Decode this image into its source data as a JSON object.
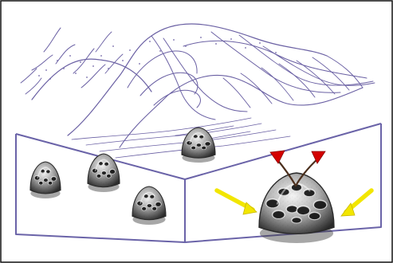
{
  "diagram": {
    "colors": {
      "background": "#ffffff",
      "wave": "#5a4f9a",
      "block_outline": "#6a63a8",
      "reef_dark": "#222222",
      "reef_mid": "#8a8a8a",
      "reef_light": "#d9d9d9",
      "arrow_in": "#f2e600",
      "arrow_out": "#e00000",
      "border": "#111111"
    },
    "elements": {
      "wave": "breaking-wave-illustration",
      "block": "seabed-cross-section-block",
      "reef_units": [
        "reef-ball-back-left",
        "reef-ball-mid-left",
        "reef-ball-front-left",
        "reef-ball-on-surface",
        "reef-ball-enlarged"
      ],
      "arrows": [
        "inflow-arrow-left",
        "inflow-arrow-right",
        "upwelling-arrow-left",
        "upwelling-arrow-right"
      ]
    }
  }
}
